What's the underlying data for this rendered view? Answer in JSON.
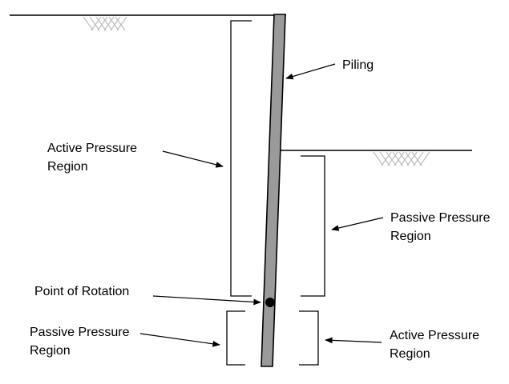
{
  "labels": {
    "piling": "Piling",
    "active_upper": {
      "line1": "Active Pressure",
      "line2": "Region"
    },
    "passive_right": {
      "line1": "Passive Pressure",
      "line2": "Region"
    },
    "point_of_rotation": "Point of Rotation",
    "passive_lower_left": {
      "line1": "Passive Pressure",
      "line2": "Region"
    },
    "active_lower_right": {
      "line1": "Active Pressure",
      "line2": "Region"
    }
  },
  "colors": {
    "piling_fill": "#9a9a9a",
    "stroke": "#000000",
    "hatch": "#bdbdbd"
  }
}
